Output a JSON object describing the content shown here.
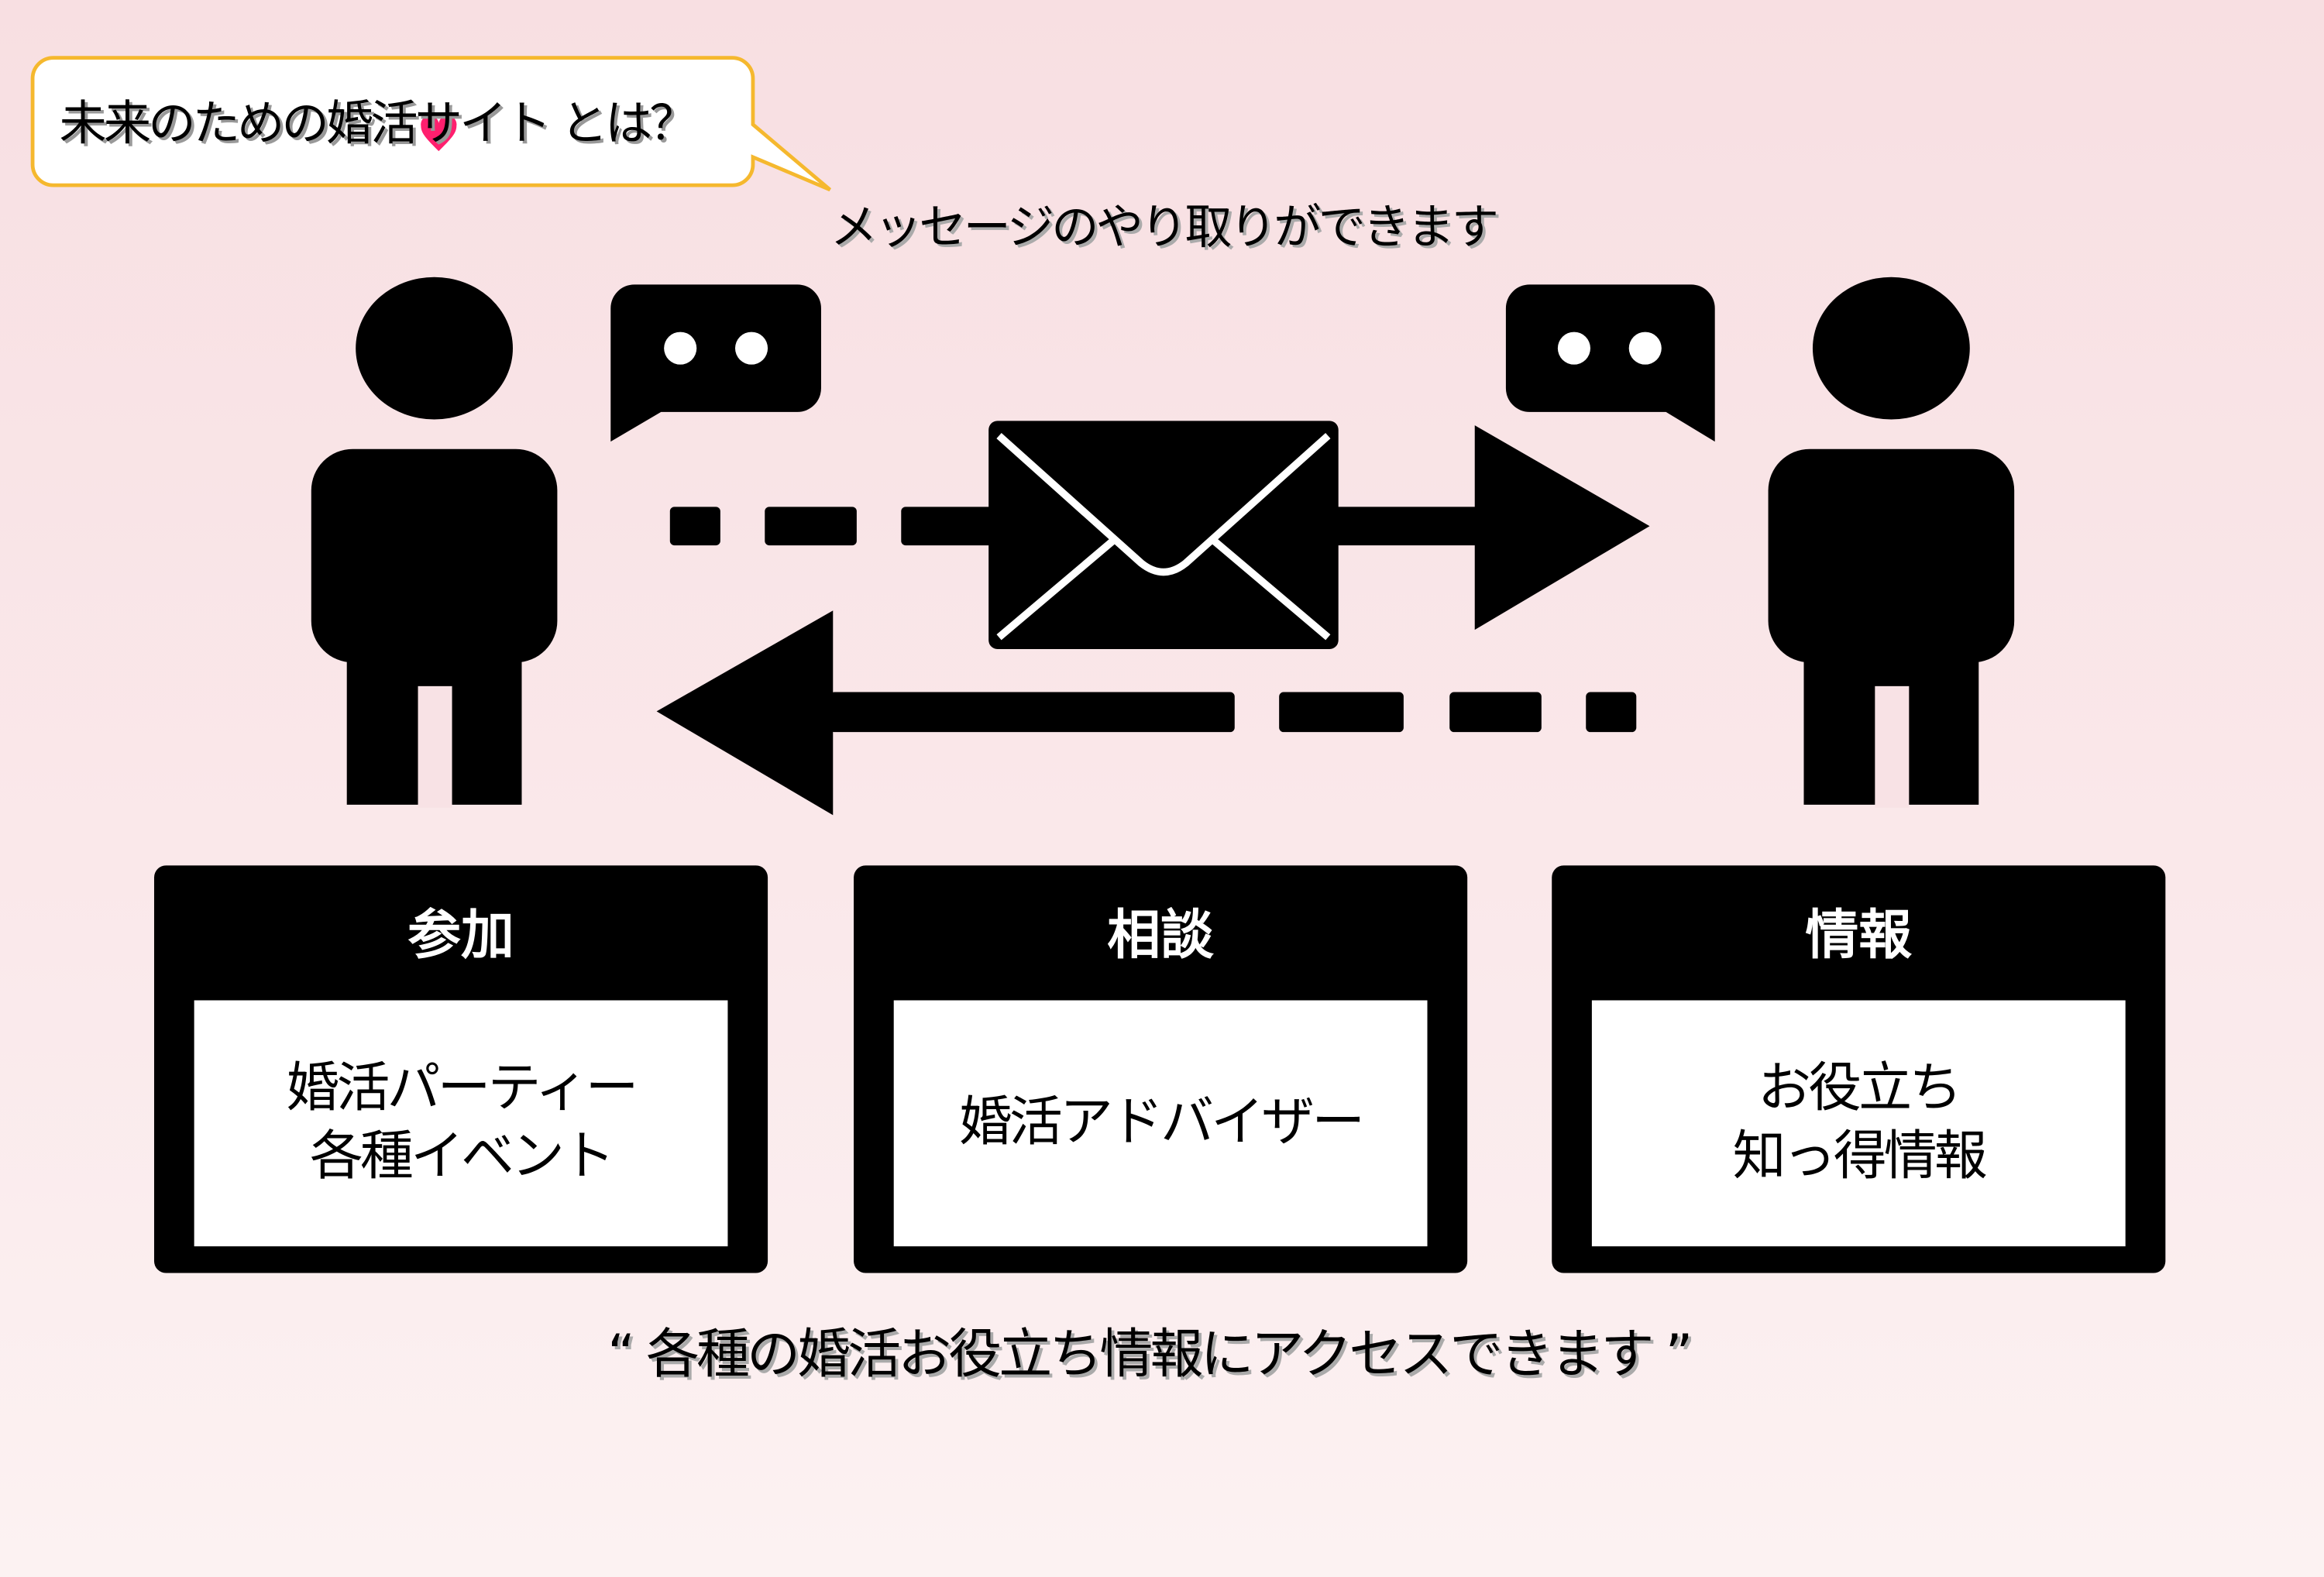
{
  "bubble": {
    "title": "未来のための婚活サイト とは？"
  },
  "message_caption": "メッセージのやり取りができます",
  "cards": [
    {
      "heading": "参加",
      "lines": [
        "婚活パーティー",
        "各種イベント"
      ]
    },
    {
      "heading": "相談",
      "lines": [
        "婚活アドバイザー"
      ]
    },
    {
      "heading": "情報",
      "lines": [
        "お役立ち",
        "知っ得情報"
      ]
    }
  ],
  "footer_quote": "“ 各種の婚活お役立ち情報にアクセスできます ”",
  "colors": {
    "bubble_border": "#f5b82e",
    "heart": "#ff1f6e",
    "icon": "#000000"
  }
}
